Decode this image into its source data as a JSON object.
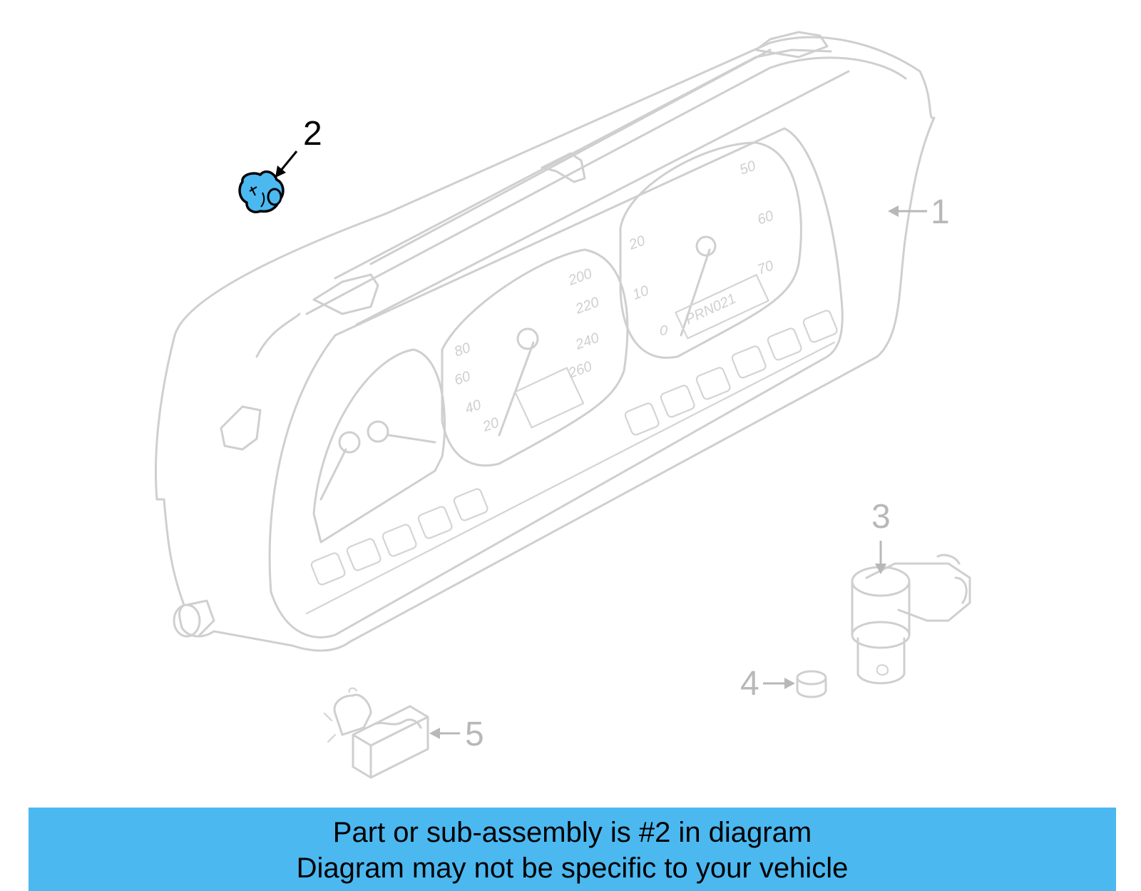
{
  "callouts": [
    {
      "number": "1",
      "highlighted": false
    },
    {
      "number": "2",
      "highlighted": true
    },
    {
      "number": "3",
      "highlighted": false
    },
    {
      "number": "4",
      "highlighted": false
    },
    {
      "number": "5",
      "highlighted": false
    }
  ],
  "gauges": {
    "speedo_ticks": [
      "20",
      "40",
      "60",
      "80",
      "200",
      "220",
      "240",
      "260"
    ],
    "rpm_ticks": [
      "0",
      "10",
      "20",
      "50",
      "60",
      "70"
    ],
    "gear_indicator": "PRN021"
  },
  "banner": {
    "line1": "Part or sub-assembly is #2 in diagram",
    "line2": "Diagram may not be specific to your vehicle"
  },
  "colors": {
    "highlight": "#4cb8f0",
    "ghost_line": "#cfcfcf",
    "callout_active": "#000000",
    "callout_inactive": "#b8b8b8"
  }
}
